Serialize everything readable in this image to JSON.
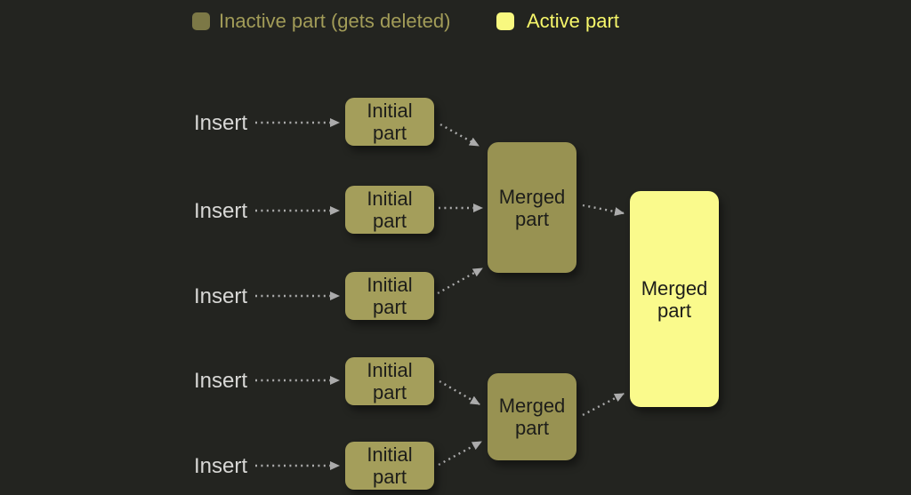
{
  "colors": {
    "background": "#232420",
    "inactive_fill": "#a49e5b",
    "merged_fill": "#989252",
    "active_fill": "#fafa8c",
    "legend_inactive_fill": "#7c7846",
    "legend_active_fill": "#f8f87f",
    "legend_inactive_text": "#a29c58",
    "legend_active_text": "#f6f66a",
    "box_text": "#1d1d1a",
    "insert_text": "#d8d8d6",
    "arrow": "#ababab"
  },
  "legend": {
    "inactive_label": "Inactive part (gets deleted)",
    "active_label": "Active part"
  },
  "inserts": [
    "Insert",
    "Insert",
    "Insert",
    "Insert",
    "Insert"
  ],
  "initial_part": {
    "line1": "Initial",
    "line2": "part"
  },
  "merged_part": {
    "line1": "Merged",
    "line2": "part"
  }
}
